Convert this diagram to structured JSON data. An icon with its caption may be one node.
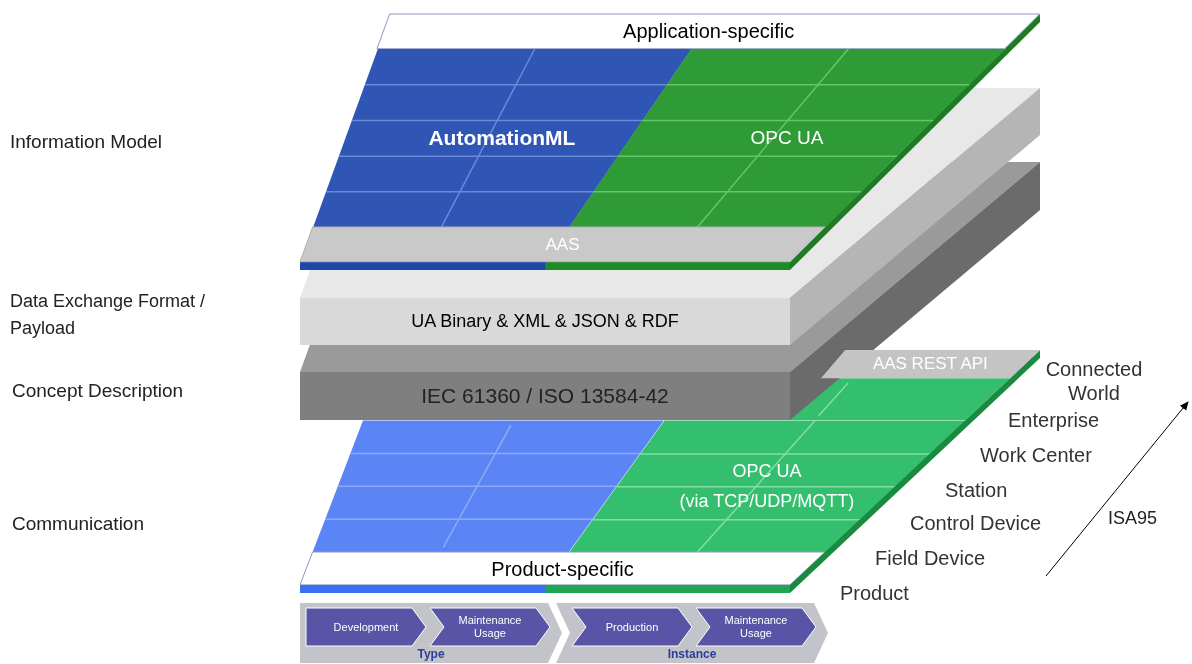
{
  "diagram": {
    "nodes": [
      {
        "text": [
          "Application-specific"
        ]
      },
      {
        "text": [
          "AutomationML"
        ]
      },
      {
        "text": [
          "OPC UA"
        ]
      },
      {
        "text": [
          "AAS"
        ]
      },
      {
        "text": [
          "UA Binary & XML & JSON & RDF"
        ]
      },
      {
        "text": [
          "IEC 61360 / ISO 13584-42"
        ]
      },
      {
        "text": [
          "AAS REST API"
        ]
      },
      {
        "text": [
          "OPC UA",
          "(via TCP/UDP/MQTT)"
        ]
      },
      {
        "text": [
          "Product-specific"
        ]
      },
      {
        "text": [
          "Type"
        ]
      },
      {
        "text": [
          "Development"
        ],
        "in": 9
      },
      {
        "text": [
          "Maintenance Usage"
        ],
        "in": 9
      },
      {
        "text": [
          "Instance"
        ]
      },
      {
        "text": [
          "Production"
        ],
        "in": 12
      },
      {
        "text": [
          "Maintenance Usage"
        ],
        "in": 12
      }
    ],
    "labels": [
      "Information Model",
      "Data Exchange Format / Payload",
      "Concept Description",
      "Communication",
      "Connected World",
      "Enterprise",
      "Work Center",
      "Station",
      "Control Device",
      "Field Device",
      "Product",
      "ISA95"
    ]
  }
}
